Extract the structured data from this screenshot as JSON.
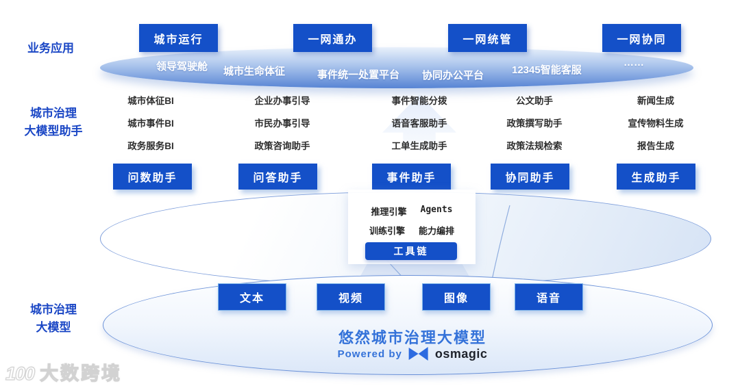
{
  "business": {
    "section_label": "业务应用",
    "apps": [
      "城市运行",
      "一网通办",
      "一网统管",
      "一网协同"
    ],
    "platforms": [
      "领导驾驶舱",
      "城市生命体征",
      "事件统一处置平台",
      "协同办公平台",
      "12345智能客服",
      "……"
    ]
  },
  "assistants": {
    "section_label_line1": "城市治理",
    "section_label_line2": "大模型助手",
    "columns": [
      {
        "items": [
          "城市体征BI",
          "城市事件BI",
          "政务服务BI"
        ],
        "button": "问数助手"
      },
      {
        "items": [
          "企业办事引导",
          "市民办事引导",
          "政策咨询助手"
        ],
        "button": "问答助手"
      },
      {
        "items": [
          "事件智能分拨",
          "语音客服助手",
          "工单生成助手"
        ],
        "button": "事件助手"
      },
      {
        "items": [
          "公文助手",
          "政策撰写助手",
          "政策法规检索"
        ],
        "button": "协同助手"
      },
      {
        "items": [
          "新闻生成",
          "宣传物料生成",
          "报告生成"
        ],
        "button": "生成助手"
      }
    ],
    "engine": {
      "row1": [
        "推理引擎",
        "Agents"
      ],
      "row2": [
        "训练引擎",
        "能力编排"
      ],
      "toolchain": "工具链"
    }
  },
  "model": {
    "section_label_line1": "城市治理",
    "section_label_line2": "大模型",
    "modalities": [
      "文本",
      "视频",
      "图像",
      "语音"
    ],
    "title": "悠然城市治理大模型",
    "powered_by": "Powered by",
    "brand": "osmagic"
  },
  "watermark": {
    "logo": "100",
    "text": "大数跨境"
  },
  "colors": {
    "button_blue": "#1450C8",
    "ellipse_blue": "#5784D4",
    "title_blue": "#3472D9",
    "text_dark": "#2E2E2E"
  }
}
